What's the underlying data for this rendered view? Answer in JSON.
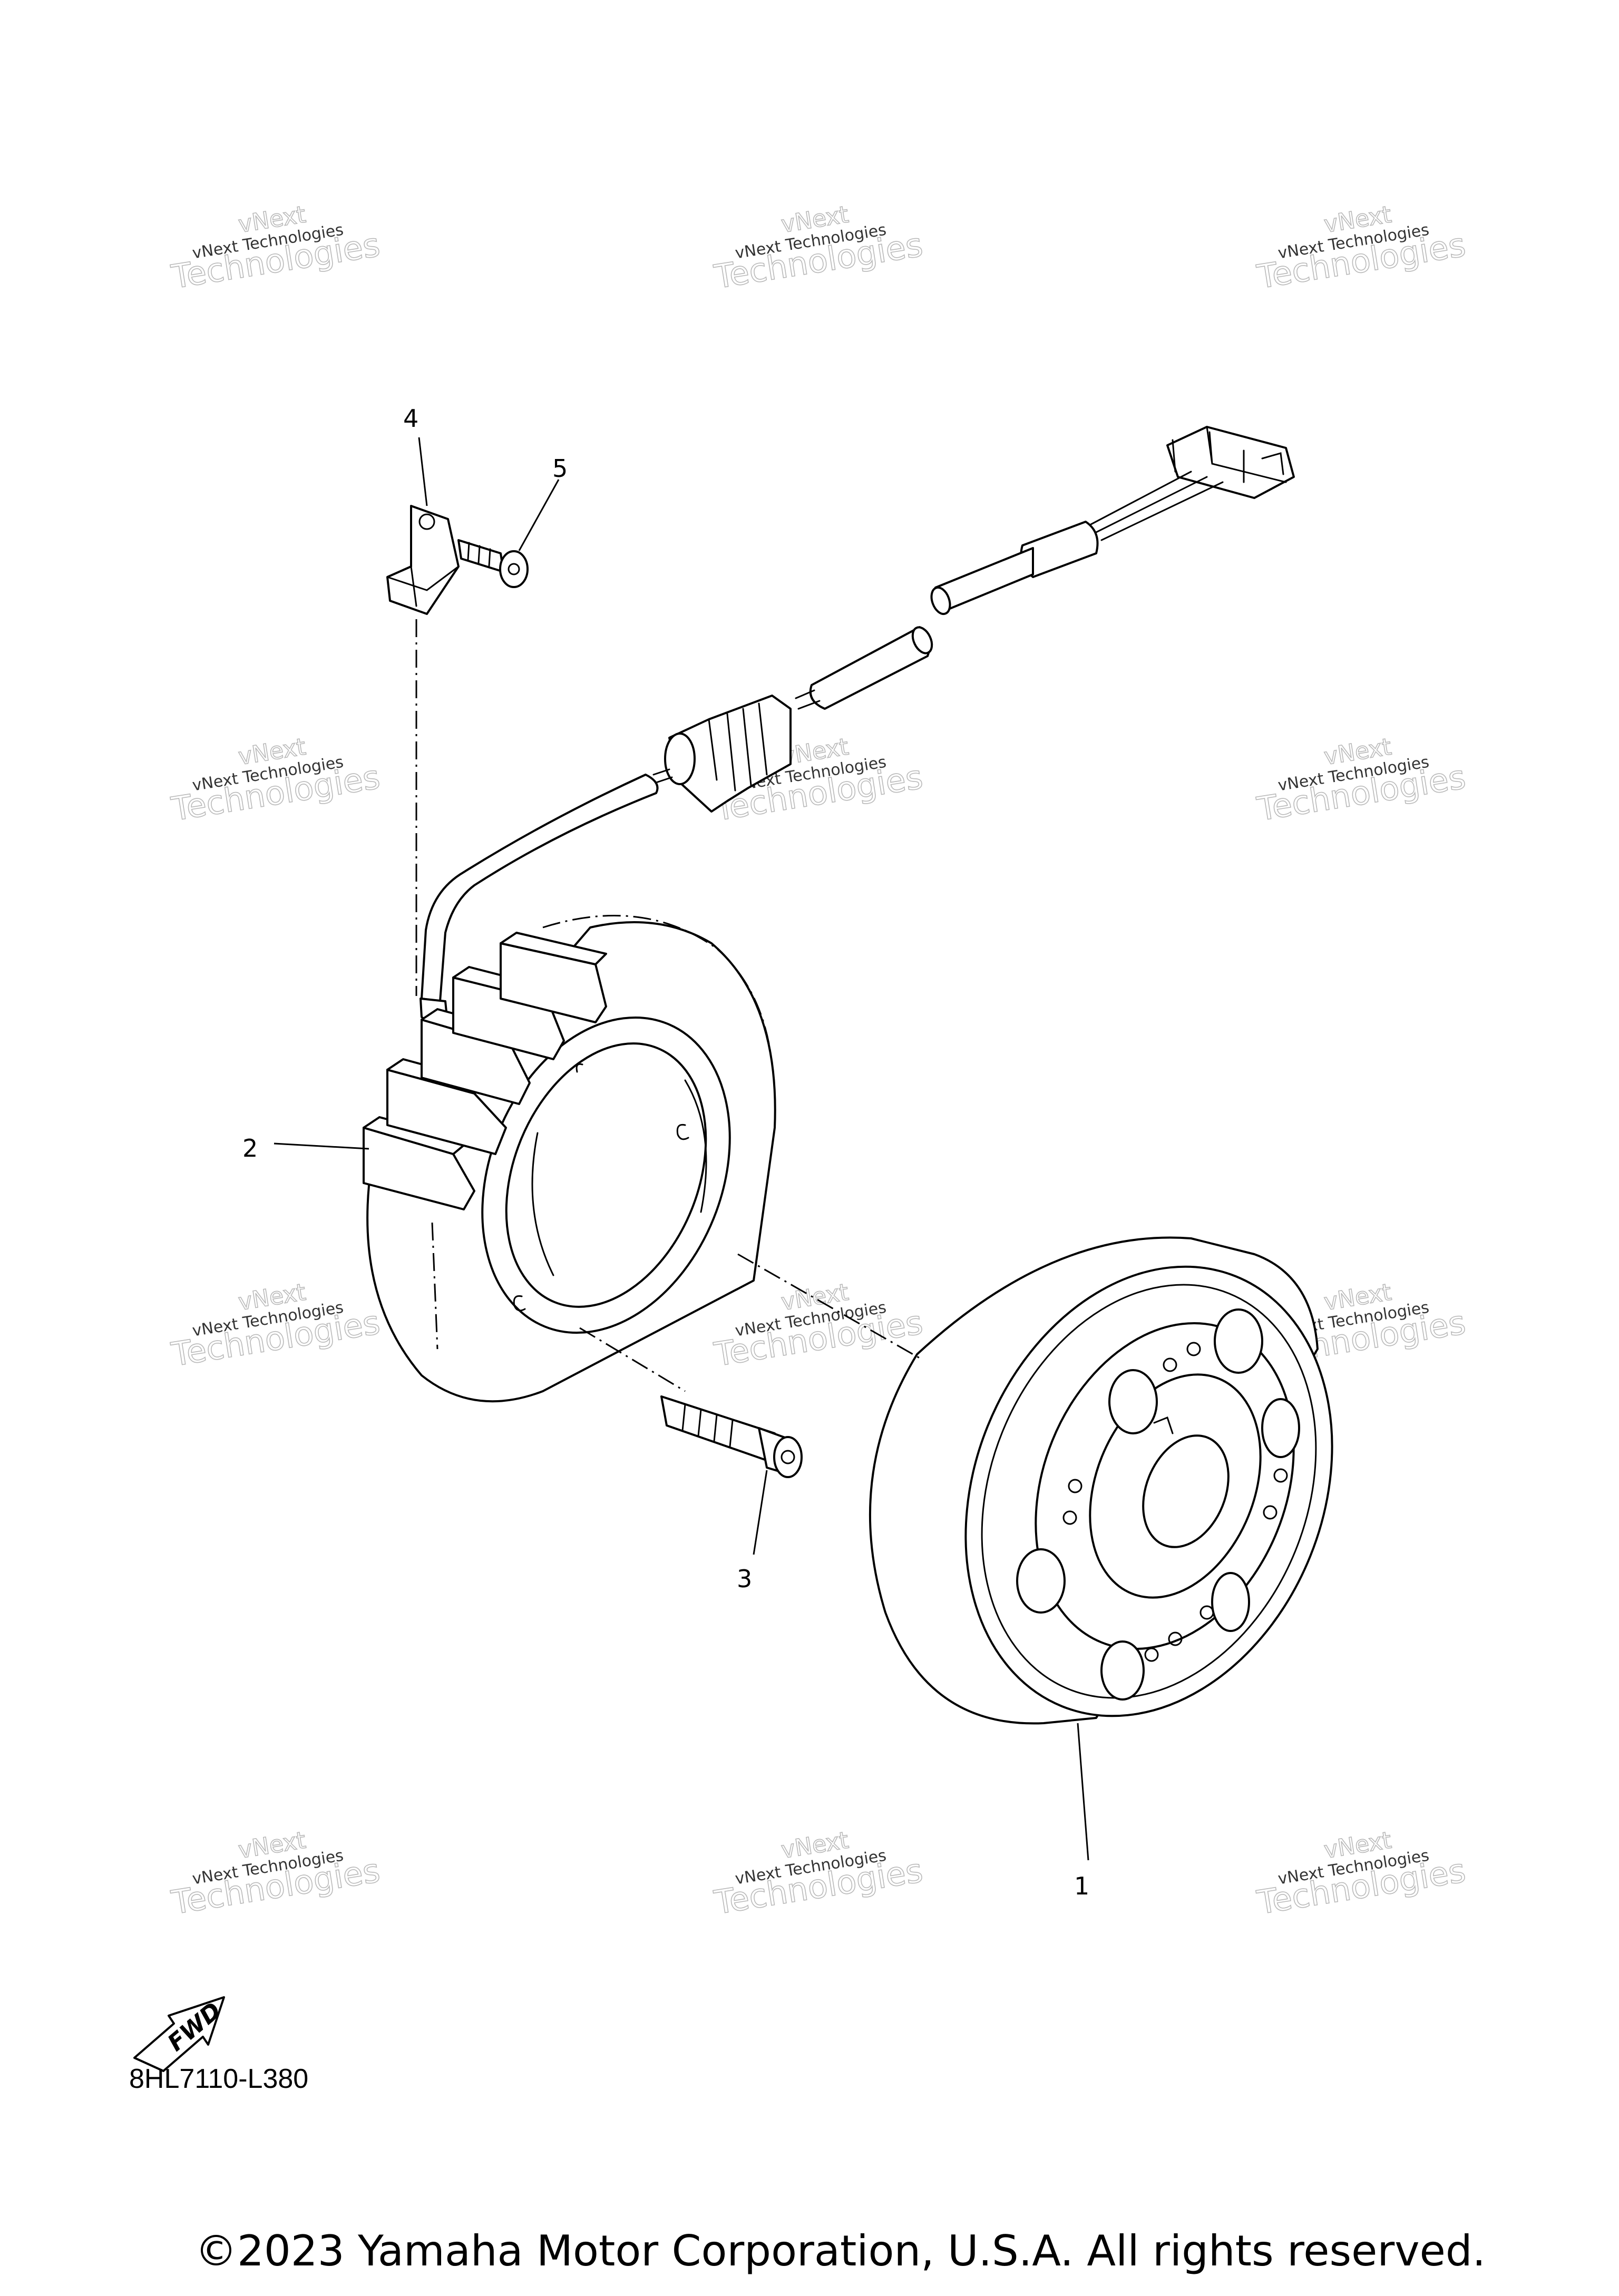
{
  "watermark": {
    "line1": "vNext Technologies",
    "big_a": "vNext",
    "big_b": "Technologies"
  },
  "callouts": [
    {
      "id": "1",
      "label": "1"
    },
    {
      "id": "2",
      "label": "2"
    },
    {
      "id": "3",
      "label": "3"
    },
    {
      "id": "4",
      "label": "4"
    },
    {
      "id": "5",
      "label": "5"
    }
  ],
  "fwd_label": "FWD",
  "diagram_code": "8HL7110-L380",
  "copyright": "©2023 Yamaha Motor Corporation, U.S.A. All rights reserved."
}
